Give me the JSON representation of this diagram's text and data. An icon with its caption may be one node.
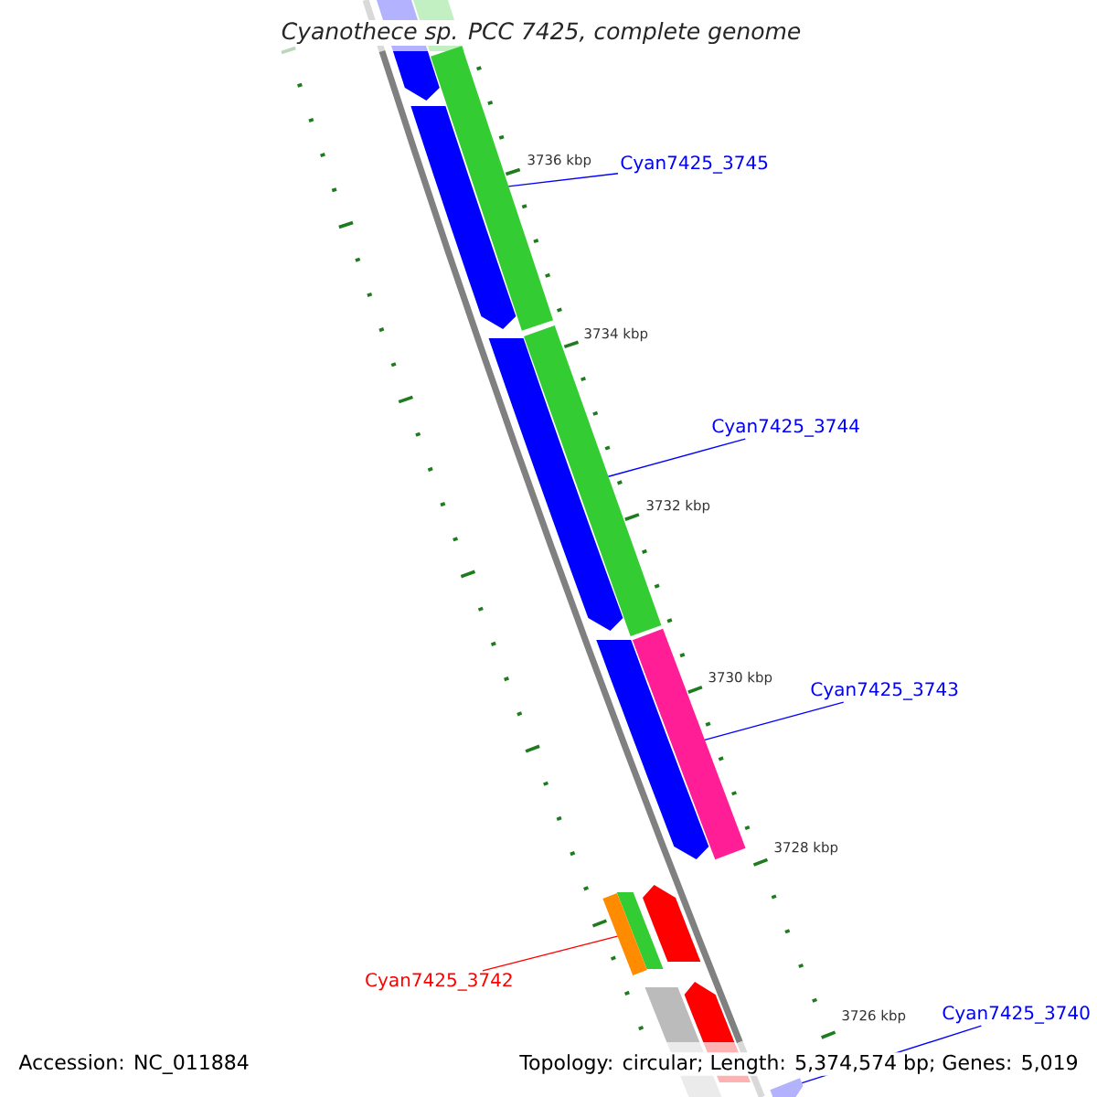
{
  "diagram": {
    "title": "Cyanothece sp. PCC 7425, complete genome",
    "nodes": [
      {
        "text": [
          "Cyan7425_3745"
        ]
      },
      {
        "text": [],
        "shape": "bar"
      },
      {
        "text": [
          "Cyan7425_3744"
        ]
      },
      {
        "text": [],
        "shape": "bar"
      },
      {
        "text": [
          "Cyan7425_3743"
        ]
      },
      {
        "text": [],
        "shape": "bar"
      },
      {
        "text": [
          "Cyan7425_3742"
        ]
      },
      {
        "text": [],
        "shape": "bar"
      },
      {
        "text": [
          "Cyan7425_3740"
        ]
      },
      {
        "text": [],
        "shape": "arrow"
      }
    ],
    "edges": [
      {
        "from": 0,
        "to": 1,
        "arrow": "none"
      },
      {
        "from": 2,
        "to": 3,
        "arrow": "none"
      },
      {
        "from": 4,
        "to": 5,
        "arrow": "none"
      },
      {
        "from": 6,
        "to": 7,
        "arrow": "none",
        "color": "#ff0000"
      },
      {
        "from": 8,
        "to": 9,
        "arrow": "none"
      }
    ],
    "labels": [
      "3736 kbp",
      "3734 kbp",
      "3732 kbp",
      "3730 kbp",
      "3728 kbp",
      "3726 kbp",
      "Accession: NC_011884",
      "Topology: circular; Length: 5,374,574 bp; Genes: 5,019"
    ]
  }
}
